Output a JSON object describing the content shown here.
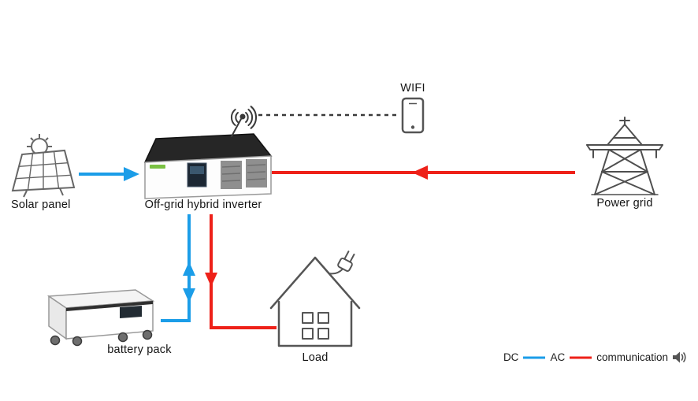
{
  "diagram": {
    "nodes": {
      "solar_panel": {
        "label": "Solar panel"
      },
      "inverter": {
        "label": "Off-grid hybrid inverter"
      },
      "wifi": {
        "label": "WIFI"
      },
      "power_grid": {
        "label": "Power grid"
      },
      "battery_pack": {
        "label": "battery pack"
      },
      "load": {
        "label": "Load"
      }
    },
    "connections": [
      {
        "from": "Solar panel",
        "to": "Off-grid hybrid inverter",
        "type": "DC",
        "style": "solid-arrow"
      },
      {
        "from": "Power grid",
        "to": "Off-grid hybrid inverter",
        "type": "AC",
        "style": "solid-arrow"
      },
      {
        "from": "Off-grid hybrid inverter",
        "to": "battery pack",
        "type": "DC",
        "style": "bidirectional-arrow"
      },
      {
        "from": "Off-grid hybrid inverter",
        "to": "Load",
        "type": "AC",
        "style": "solid-arrow"
      },
      {
        "from": "Off-grid hybrid inverter",
        "to": "WIFI",
        "type": "communication",
        "style": "dashed"
      }
    ],
    "legend": {
      "dc_label": "DC",
      "ac_label": "AC",
      "communication_label": "communication"
    },
    "colors": {
      "dc": "#1B9DE8",
      "ac": "#EE2119",
      "comm": "#3a3a3a",
      "outline": "#555555"
    }
  }
}
